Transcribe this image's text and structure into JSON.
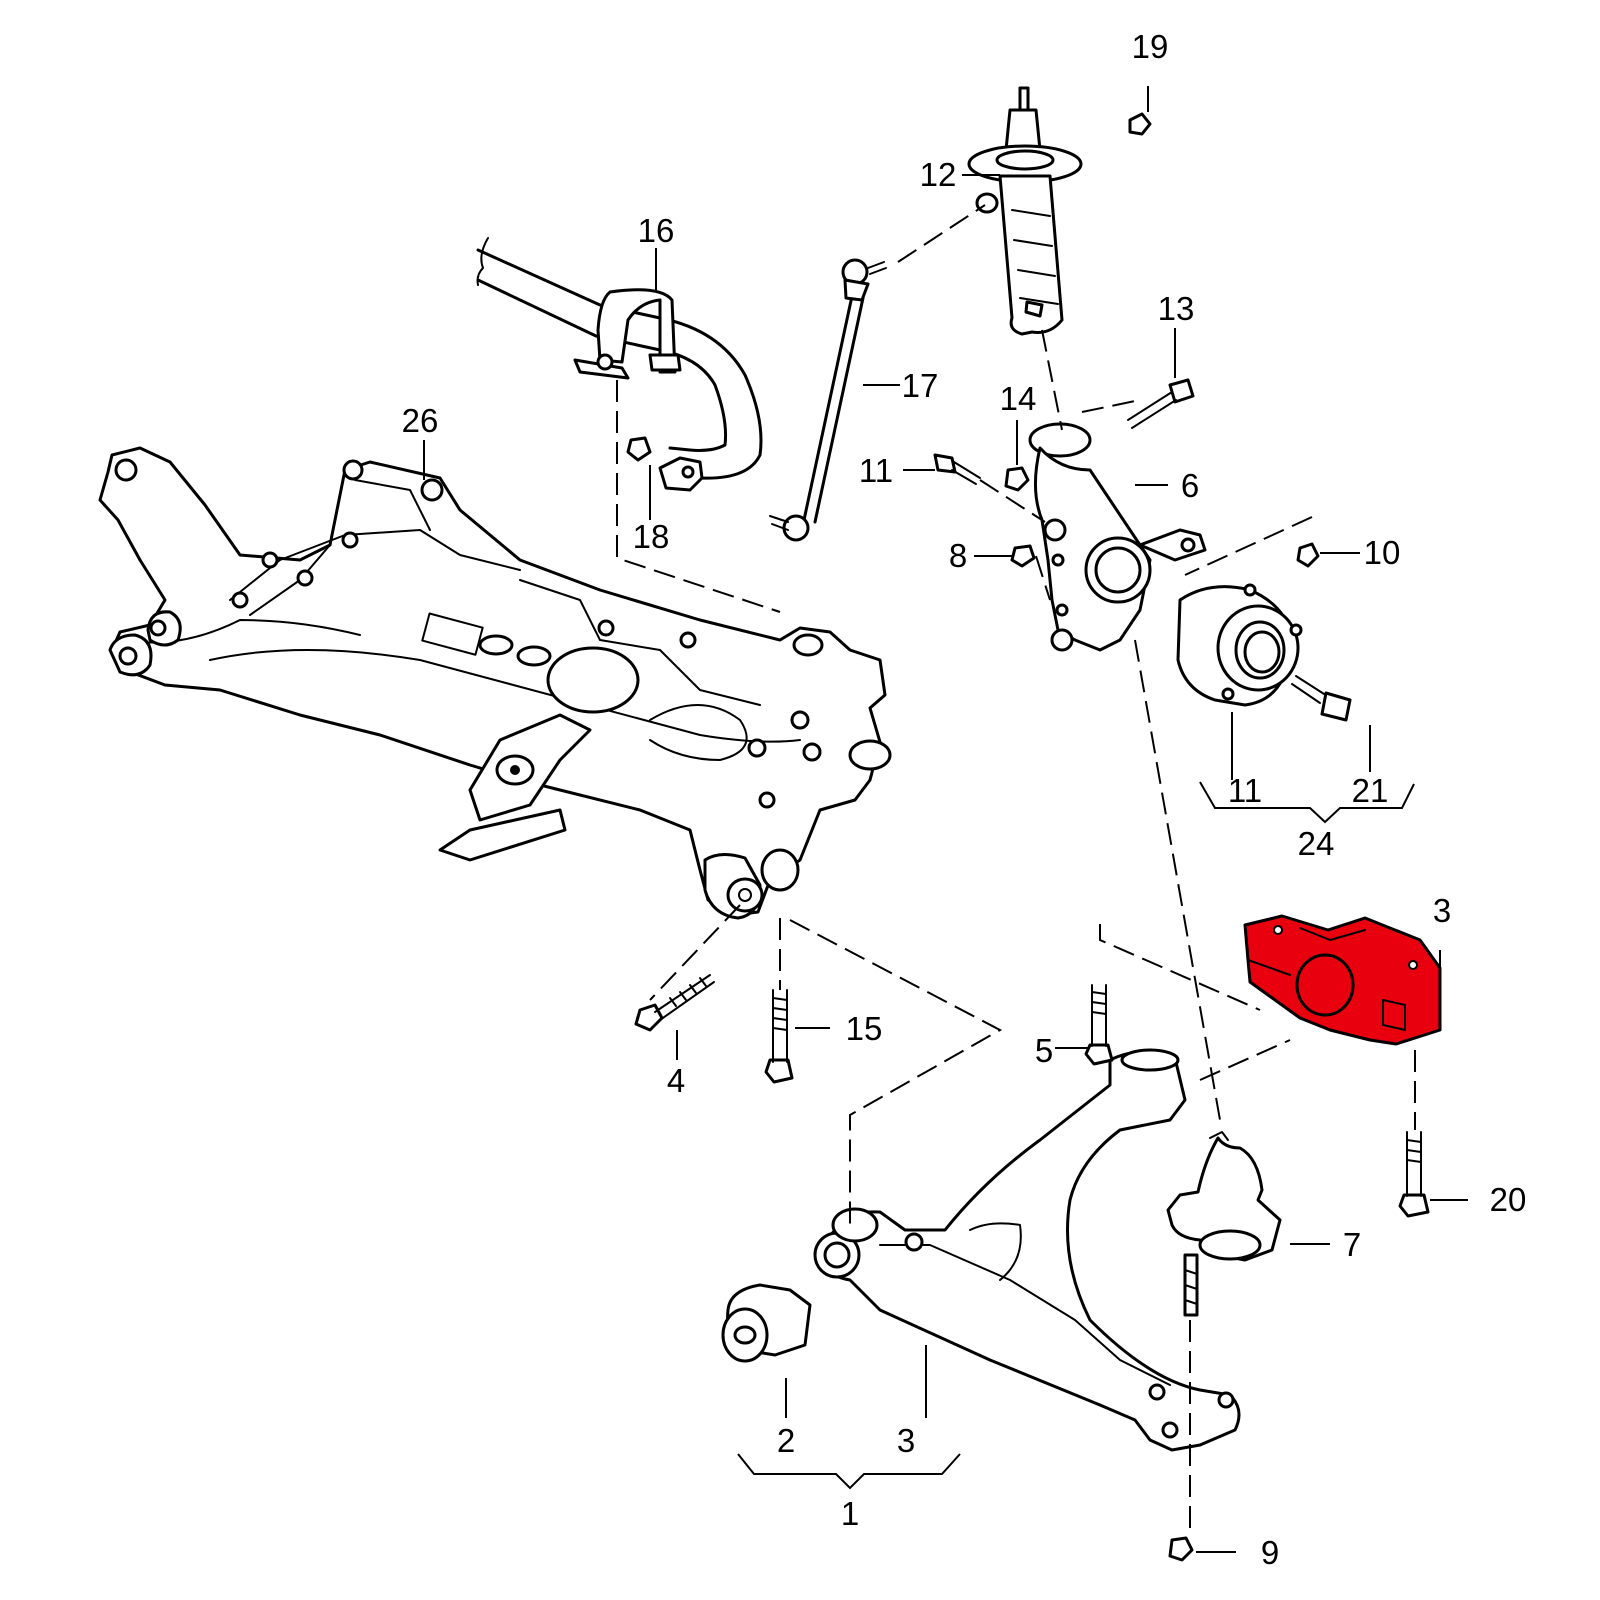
{
  "diagram": {
    "highlight_color": "#e8000e",
    "callouts": {
      "c1": "1",
      "c2": "2",
      "c3a": "3",
      "c3b": "3",
      "c4": "4",
      "c5": "5",
      "c6": "6",
      "c7": "7",
      "c8": "8",
      "c9": "9",
      "c10": "10",
      "c11a": "11",
      "c11b": "11",
      "c12": "12",
      "c13": "13",
      "c14": "14",
      "c15": "15",
      "c16": "16",
      "c17": "17",
      "c18": "18",
      "c19": "19",
      "c20": "20",
      "c21": "21",
      "c24": "24",
      "c26": "26"
    }
  }
}
